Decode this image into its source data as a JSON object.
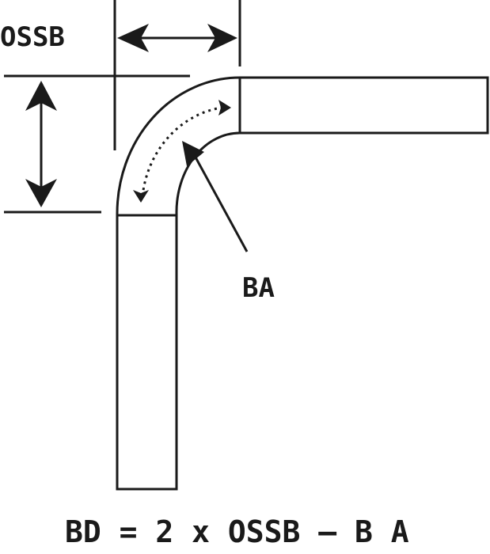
{
  "diagram": {
    "labels": {
      "ossb": "OSSB",
      "ba": "BA"
    },
    "formula": "BD = 2 x OSSB – B A",
    "colors": {
      "stroke": "#1a1a1a",
      "background": "#ffffff"
    }
  }
}
